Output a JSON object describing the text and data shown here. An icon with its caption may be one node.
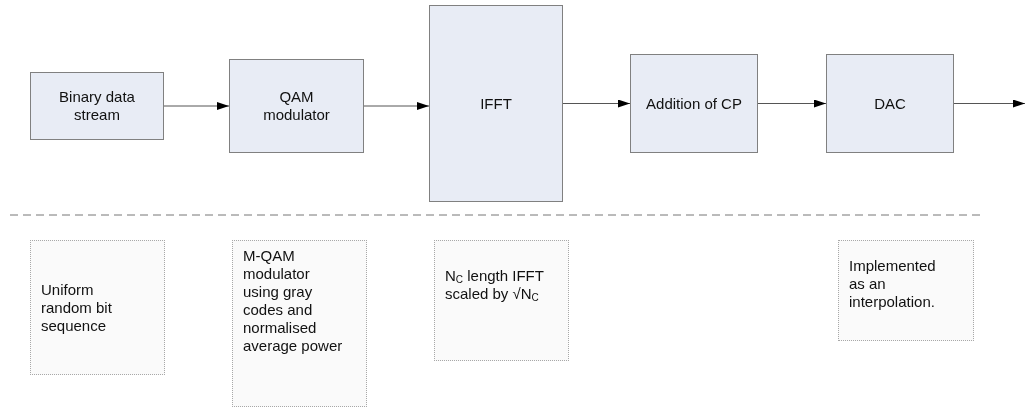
{
  "diagram": {
    "nodes": [
      {
        "text": [
          "Binary data stream"
        ]
      },
      {
        "text": [
          "QAM modulator"
        ]
      },
      {
        "text": [
          "IFFT"
        ]
      },
      {
        "text": [
          "Addition of CP"
        ]
      },
      {
        "text": [
          "DAC"
        ]
      },
      {
        "text": [
          "Uniform random bit sequence"
        ]
      },
      {
        "text": [
          "M-QAM modulator using gray codes and normalised average power"
        ]
      },
      {
        "text": [
          "N$_{C}$ length IFFT scaled by √N$_{C}$"
        ]
      },
      {
        "text": [
          "Implemented as an interpolation."
        ]
      }
    ],
    "edges": [
      {
        "from": 0,
        "to": 1,
        "arrow": "to"
      },
      {
        "from": 1,
        "to": 2,
        "arrow": "to"
      },
      {
        "from": 2,
        "to": 3,
        "arrow": "to"
      },
      {
        "from": 3,
        "to": 4,
        "arrow": "to"
      },
      {
        "from": 4,
        "to": null,
        "arrow": "to"
      }
    ]
  }
}
